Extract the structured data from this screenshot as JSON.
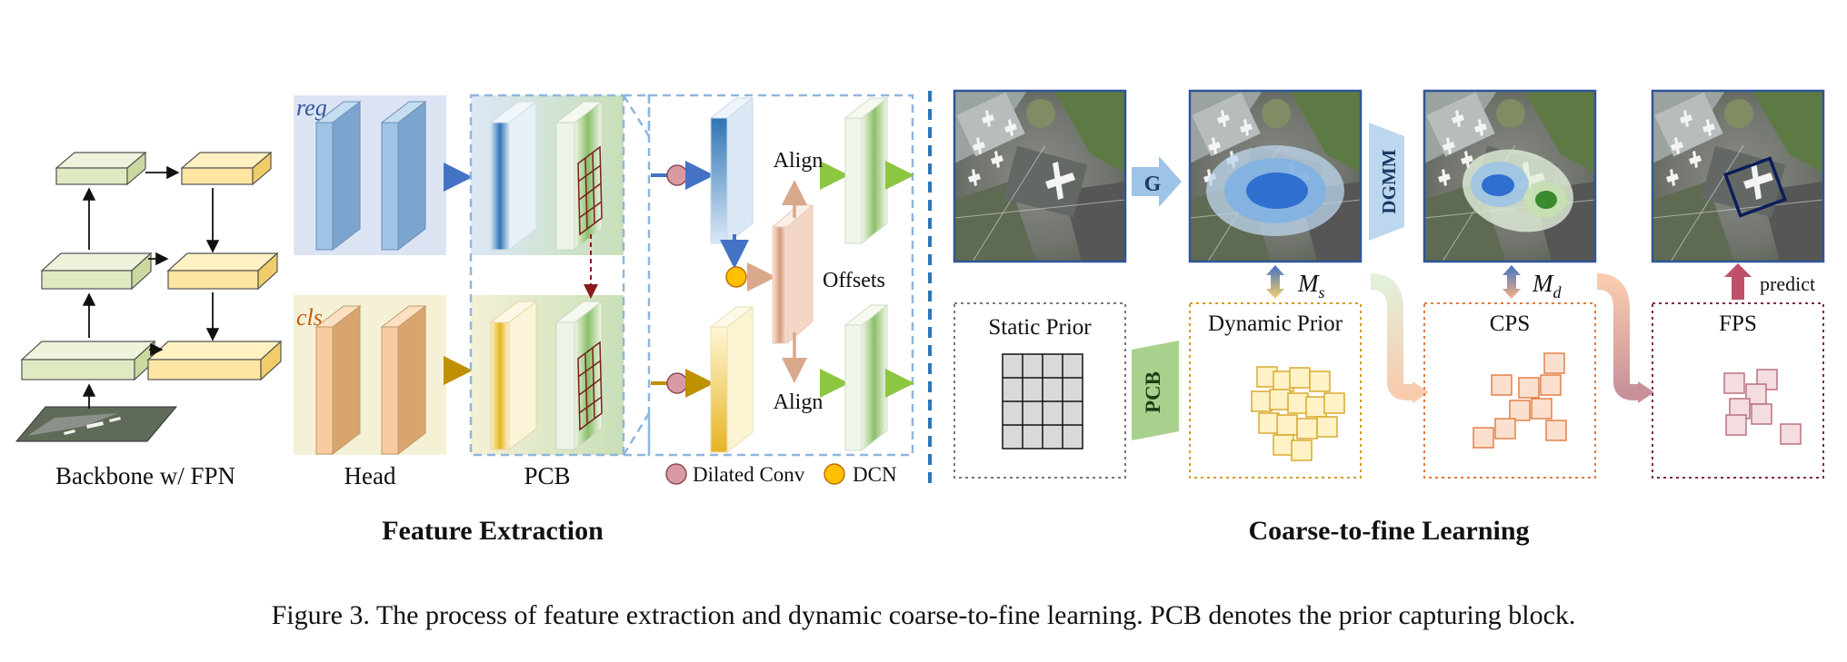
{
  "feature_extraction": {
    "backbone_label": "Backbone w/ FPN",
    "head_label": "Head",
    "pcb_label": "PCB",
    "reg_tag": "reg",
    "cls_tag": "cls",
    "align_top": "Align",
    "align_bottom": "Align",
    "offsets_label": "Offsets",
    "legend_dilated": "Dilated Conv",
    "legend_dcn": "DCN",
    "section_title": "Feature Extraction"
  },
  "coarse_to_fine": {
    "g_label": "G",
    "dgmm_label": "DGMM",
    "pcb_label": "PCB",
    "static_prior": "Static Prior",
    "dynamic_prior": "Dynamic Prior",
    "cps": "CPS",
    "fps": "FPS",
    "ms_base": "M",
    "ms_sub": "s",
    "md_base": "M",
    "md_sub": "d",
    "predict": "predict",
    "section_title": "Coarse-to-fine Learning"
  },
  "caption": "Figure 3. The process of feature extraction and dynamic coarse-to-fine learning. PCB denotes the prior capturing block.",
  "colors": {
    "green_block": "#dfeac3",
    "yellow_block": "#fde5a2",
    "blue_panel": "#dce4f4",
    "yellow_panel": "#f4f1d6",
    "dashed_blue": "#8fb6de",
    "arrow_blue": "#4472c4",
    "arrow_gold": "#bf9000",
    "arrow_green": "#8dc63f",
    "divider": "#2e75b6"
  }
}
